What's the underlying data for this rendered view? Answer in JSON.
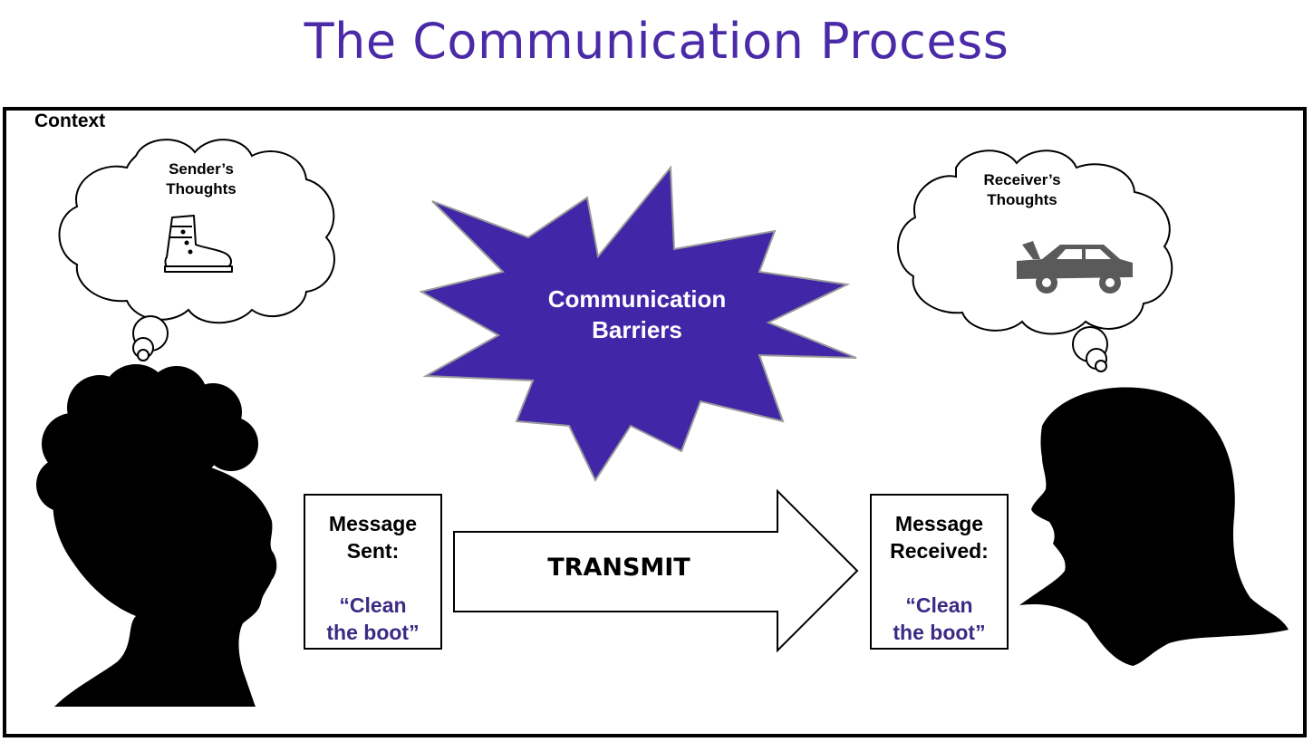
{
  "title": "The Communication Process",
  "context_label": "Context",
  "sender": {
    "thought_line1": "Sender’s",
    "thought_line2": "Thoughts",
    "thought_icon": "boot-icon"
  },
  "receiver": {
    "thought_line1": "Receiver’s",
    "thought_line2": "Thoughts",
    "thought_icon": "car-icon"
  },
  "barrier": {
    "line1": "Communication",
    "line2": "Barriers",
    "color": "#4226a8"
  },
  "message_sent": {
    "line1": "Message",
    "line2": "Sent:",
    "quote1": "“Clean",
    "quote2": "the boot”"
  },
  "message_received": {
    "line1": "Message",
    "line2": "Received:",
    "quote1": "“Clean",
    "quote2": "the boot”"
  },
  "transmit_label": "TRANSMIT",
  "colors": {
    "title": "#4b2aa8",
    "quote_text": "#3c2a84",
    "silhouette": "#000000",
    "car": "#5a5a5a"
  }
}
